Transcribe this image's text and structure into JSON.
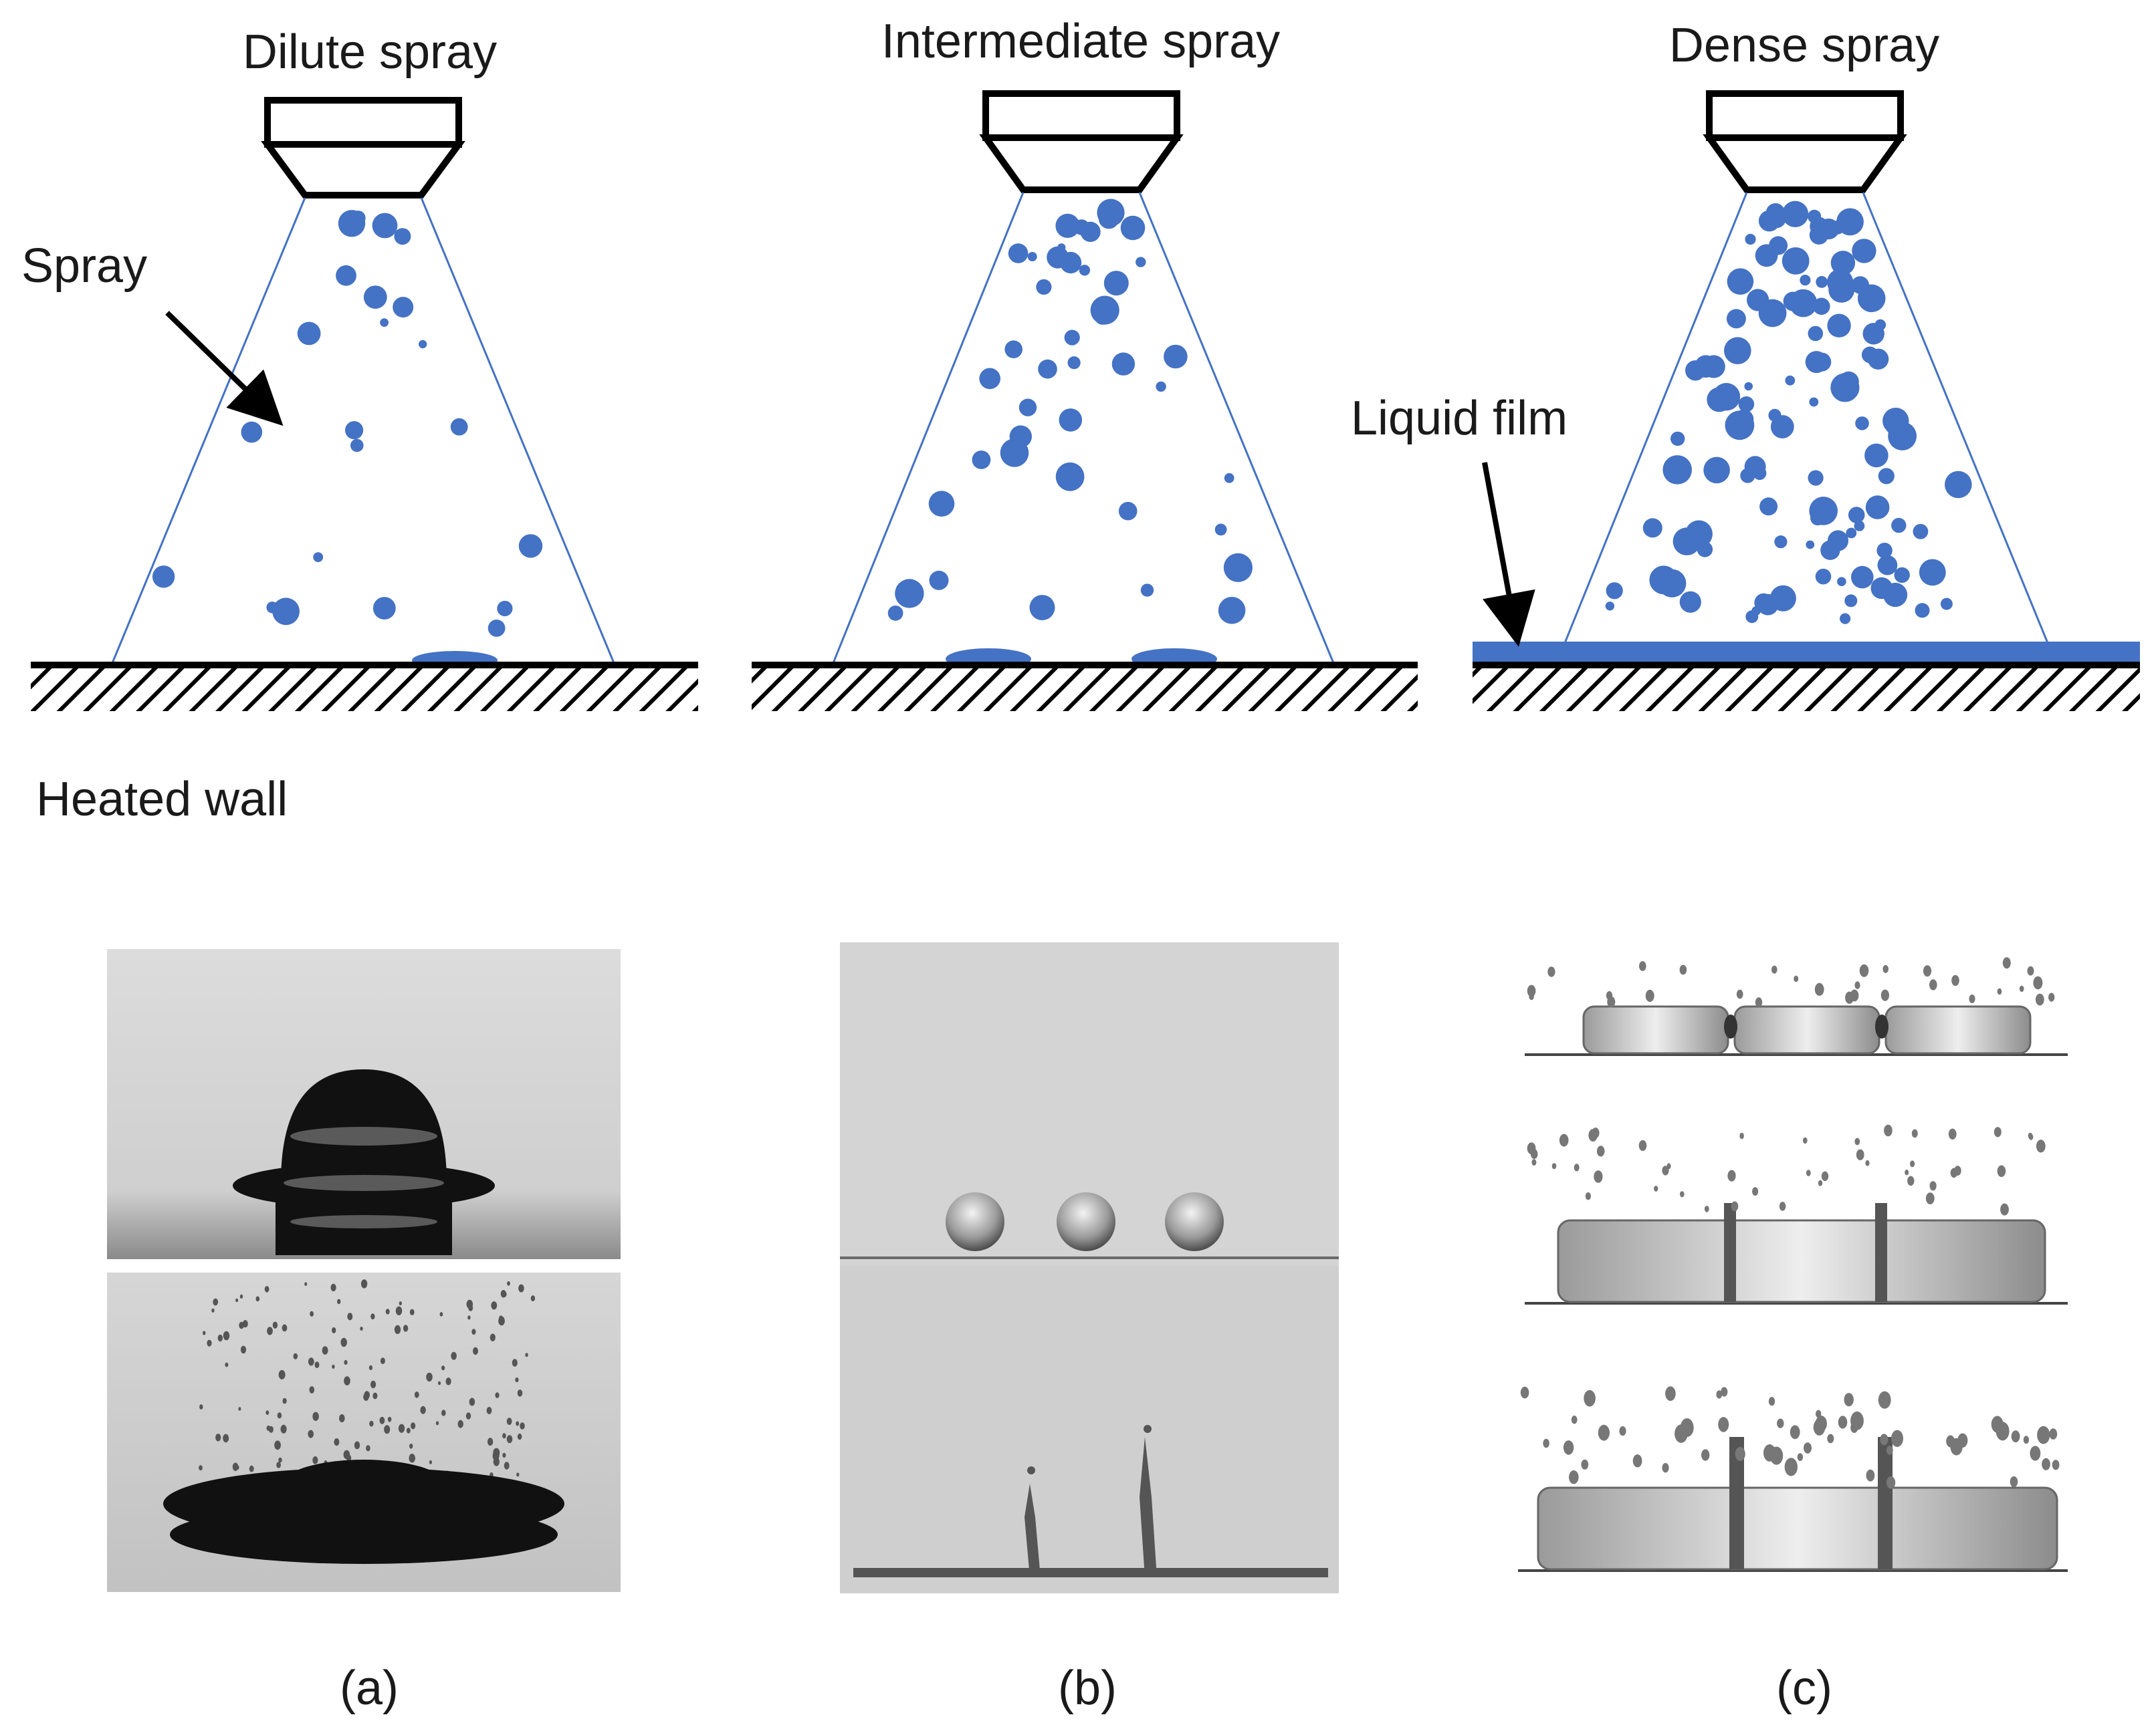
{
  "panels": [
    {
      "id": "a",
      "title": "Dilute spray",
      "caption": "(a)"
    },
    {
      "id": "b",
      "title": "Intermediate spray",
      "caption": "(b)"
    },
    {
      "id": "c",
      "title": "Dense spray",
      "caption": "(c)"
    }
  ],
  "annotations": {
    "spray": "Spray",
    "liquid_film": "Liquid film",
    "heated_wall": "Heated wall"
  },
  "colors": {
    "droplet": "#4472C4",
    "cone_edge": "#4472C4",
    "outline": "#000000",
    "photo_background": "#d4d4d4"
  },
  "icons": [
    "nozzle-icon",
    "hatched-wall-icon",
    "arrow-icon"
  ]
}
